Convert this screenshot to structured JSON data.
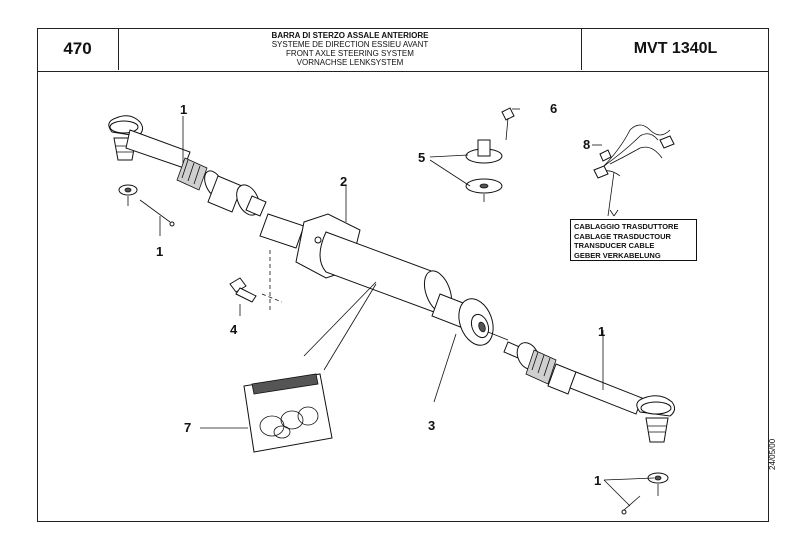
{
  "header": {
    "page_number": "470",
    "title_lines": [
      "BARRA DI STERZO ASSALE ANTERIORE",
      "SYSTEME DE DIRECTION ESSIEU AVANT",
      "FRONT AXLE STEERING SYSTEM",
      "VORNACHSE LENKSYSTEM"
    ],
    "model": "MVT 1340L"
  },
  "cable_label": [
    "CABLAGGIO TRASDUTTORE",
    "CABLAGE TRASDUCTOUR",
    "TRANSDUCER CABLE",
    "GEBER VERKABELUNG"
  ],
  "callouts": {
    "c1_top": "1",
    "c1_left": "1",
    "c1_right": "1",
    "c1_bottom": "1",
    "c2": "2",
    "c3": "3",
    "c4": "4",
    "c5": "5",
    "c6": "6",
    "c7": "7",
    "c8": "8"
  },
  "side_date": "24/05/00"
}
